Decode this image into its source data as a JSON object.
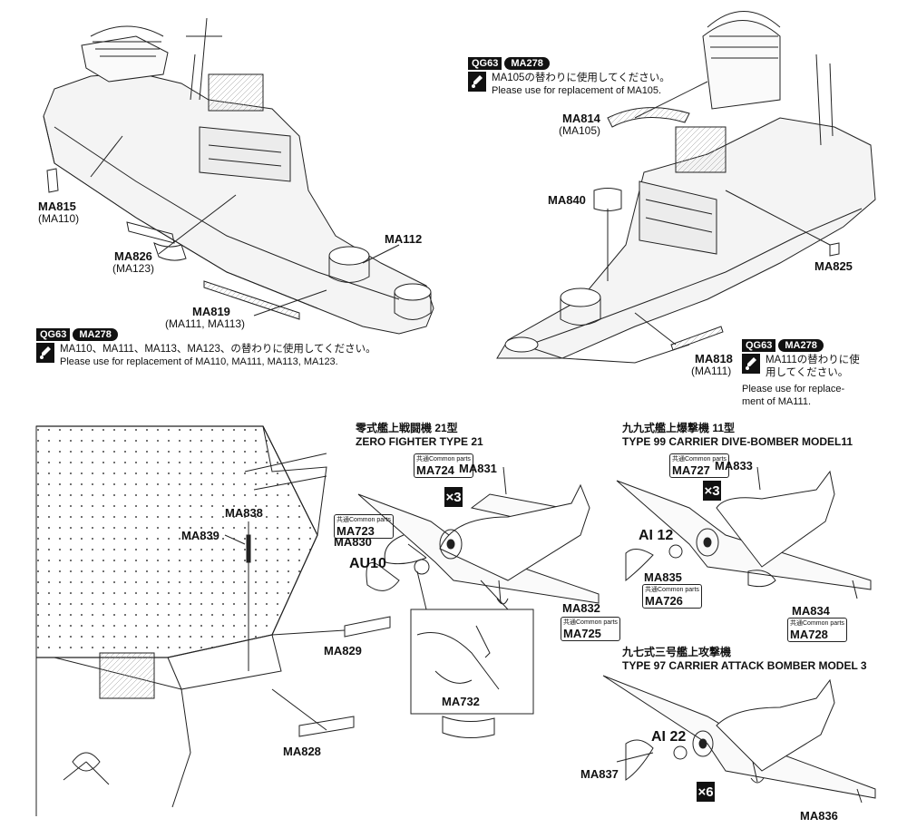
{
  "notes": {
    "note1": {
      "qg": "QG63",
      "ma": "MA278",
      "jp": "MA105の替わりに使用してください。",
      "en": "Please use for replacement of MA105."
    },
    "note2": {
      "qg": "QG63",
      "ma": "MA278",
      "jp": "MA110、MA111、MA113、MA123、の替わりに使用してください。",
      "en": "Please use for replacement of MA110, MA111, MA113, MA123."
    },
    "note3": {
      "qg": "QG63",
      "ma": "MA278",
      "jp1": "MA111の替わりに使",
      "jp2": "用してください。",
      "en1": "Please use for replace-",
      "en2": "ment of MA111."
    }
  },
  "ship_left": {
    "ma815": "MA815",
    "ma815_sub": "(MA110)",
    "ma826": "MA826",
    "ma826_sub": "(MA123)",
    "ma819": "MA819",
    "ma819_sub": "(MA111, MA113)",
    "ma112": "MA112"
  },
  "ship_right": {
    "ma814": "MA814",
    "ma814_sub": "(MA105)",
    "ma840": "MA840",
    "ma825": "MA825",
    "ma818": "MA818",
    "ma818_sub": "(MA111)"
  },
  "deck": {
    "ma838": "MA838",
    "ma839": "MA839",
    "au10": "AU10",
    "ma829": "MA829",
    "ma828": "MA828"
  },
  "zero": {
    "title_jp": "零式艦上戦闘機 21型",
    "title_en": "ZERO FIGHTER TYPE 21",
    "multiplier": "×3",
    "common_key": "共通Common parts",
    "ma724": "MA724",
    "ma831": "MA831",
    "ma723": "MA723",
    "ma830": "MA830",
    "ma832": "MA832",
    "ma725": "MA725",
    "ma732": "MA732"
  },
  "val": {
    "title_jp": "九九式艦上爆撃機 11型",
    "title_en": "TYPE 99 CARRIER DIVE-BOMBER MODEL11",
    "multiplier": "×3",
    "common_key": "共通Common parts",
    "ma727": "MA727",
    "ma833": "MA833",
    "ai12": "AI 12",
    "ma835": "MA835",
    "ma726": "MA726",
    "ma834": "MA834",
    "ma728": "MA728"
  },
  "kate": {
    "title_jp": "九七式三号艦上攻撃機",
    "title_en": "TYPE 97 CARRIER ATTACK BOMBER MODEL 3",
    "multiplier": "×6",
    "ai22": "AI 22",
    "ma837": "MA837",
    "ma836": "MA836"
  }
}
